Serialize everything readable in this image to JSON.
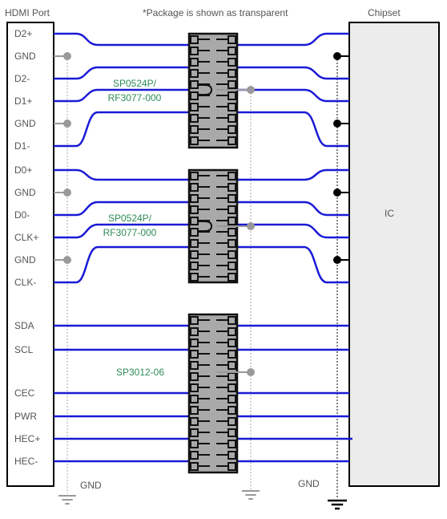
{
  "header": {
    "hdmi_port": "HDMI Port",
    "note": "*Package is shown as transparent",
    "chipset": "Chipset"
  },
  "hdmi_pins": [
    "D2+",
    "GND",
    "D2-",
    "D1+",
    "GND",
    "D1-",
    "D0+",
    "GND",
    "D0-",
    "CLK+",
    "GND",
    "CLK-",
    "SDA",
    "SCL",
    "CEC",
    "PWR",
    "HEC+",
    "HEC-"
  ],
  "ic_label": "IC",
  "parts": {
    "upper": [
      "SP0524P/",
      "RF3077-000"
    ],
    "middle": [
      "SP0524P/",
      "RF3077-000"
    ],
    "lower": "SP3012-06"
  },
  "ground_labels": {
    "left": "GND",
    "right": "GND"
  },
  "colors": {
    "trace": "#1a1ad6",
    "package": "#a9a9a9",
    "connector_gray": "#999999",
    "part_label": "#2e8b57",
    "text": "#555555",
    "ground": "#000000"
  }
}
